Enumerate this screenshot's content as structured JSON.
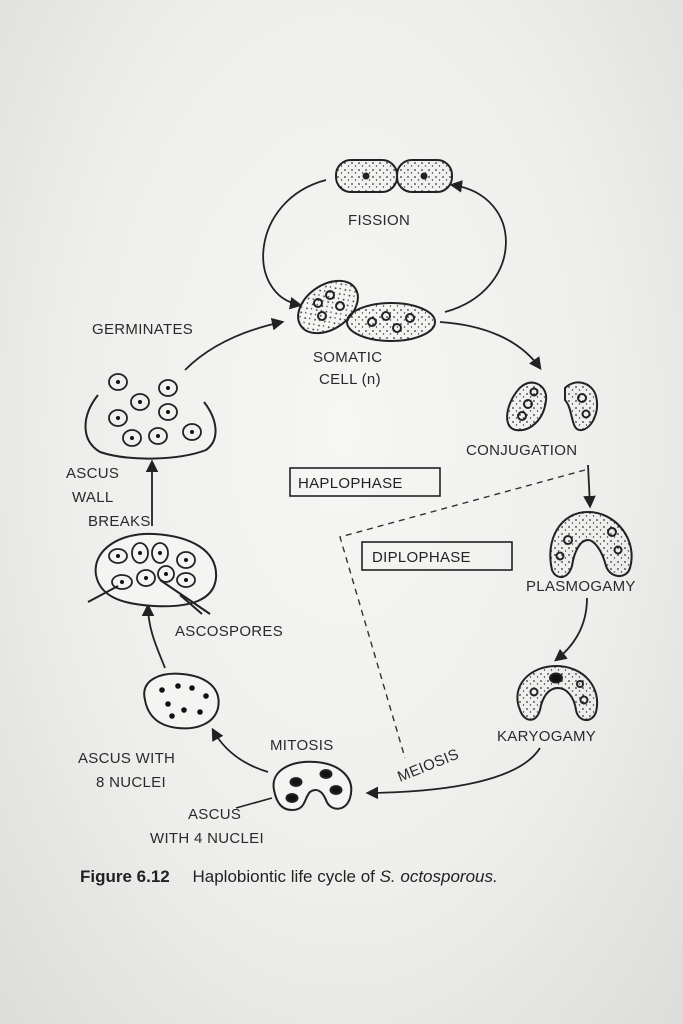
{
  "labels": {
    "fission": "FISSION",
    "somatic_1": "SOMATIC",
    "somatic_2": "CELL (n)",
    "germinates": "GERMINATES",
    "conjugation": "CONJUGATION",
    "haplophase": "HAPLOPHASE",
    "diplophase": "DIPLOPHASE",
    "plasmogamy": "PLASMOGAMY",
    "karyogamy": "KARYOGAMY",
    "meiosis": "MEIOSIS",
    "mitosis": "MITOSIS",
    "ascus_wall_1": "ASCUS",
    "ascus_wall_2": "WALL",
    "ascus_wall_3": "BREAKS",
    "ascospores": "ASCOSPORES",
    "ascus8_1": "ASCUS WITH",
    "ascus8_2": "8 NUCLEI",
    "ascus4_1": "ASCUS",
    "ascus4_2": "WITH 4 NUCLEI"
  },
  "caption": {
    "number": "Figure 6.12",
    "text": "Haplobiontic life cycle of ",
    "species": "S. octosporous."
  }
}
